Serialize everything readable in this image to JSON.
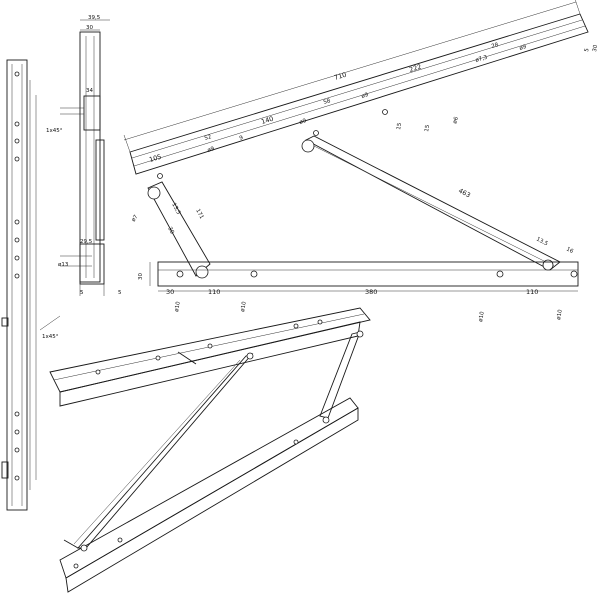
{
  "dimensions": {
    "profile_width_outer": "39,5",
    "profile_width_inner": "30",
    "profile_offset": "34",
    "profile_chamfer": "1x45°",
    "profile_bottom_width": "29,5",
    "profile_bottom_hole": "ø13",
    "profile_bottom_left": "5",
    "profile_bottom_right": "5",
    "side_chamfer": "1x45°",
    "top_total_length": "710",
    "top_222": "222",
    "top_28": "28",
    "top_d9_right": "ø9",
    "top_d7_3": "ø7,3",
    "top_58": "58",
    "top_d9_mid_a": "ø9",
    "top_d9_mid_b": "ø9",
    "top_140": "140",
    "top_52": "52",
    "top_9": "9",
    "top_d9_left": "ø9",
    "top_105": "105",
    "top_15_a": "15",
    "top_15_b": "15",
    "top_d6": "ø6",
    "top_end_a": "5",
    "top_end_b": "30",
    "arm_d7": "ø7",
    "arm_13_5": "13,5",
    "arm_171": "171",
    "arm_30": "30",
    "strut_463": "463",
    "strut_13_5": "13,5",
    "strut_16": "16",
    "bottom_height": "30",
    "bottom_30": "30",
    "bottom_110_left": "110",
    "bottom_380": "380",
    "bottom_110_right": "110",
    "bottom_d10_a": "ø10",
    "bottom_d10_b": "ø10",
    "bottom_d10_c": "ø10",
    "bottom_d10_d": "ø10"
  }
}
